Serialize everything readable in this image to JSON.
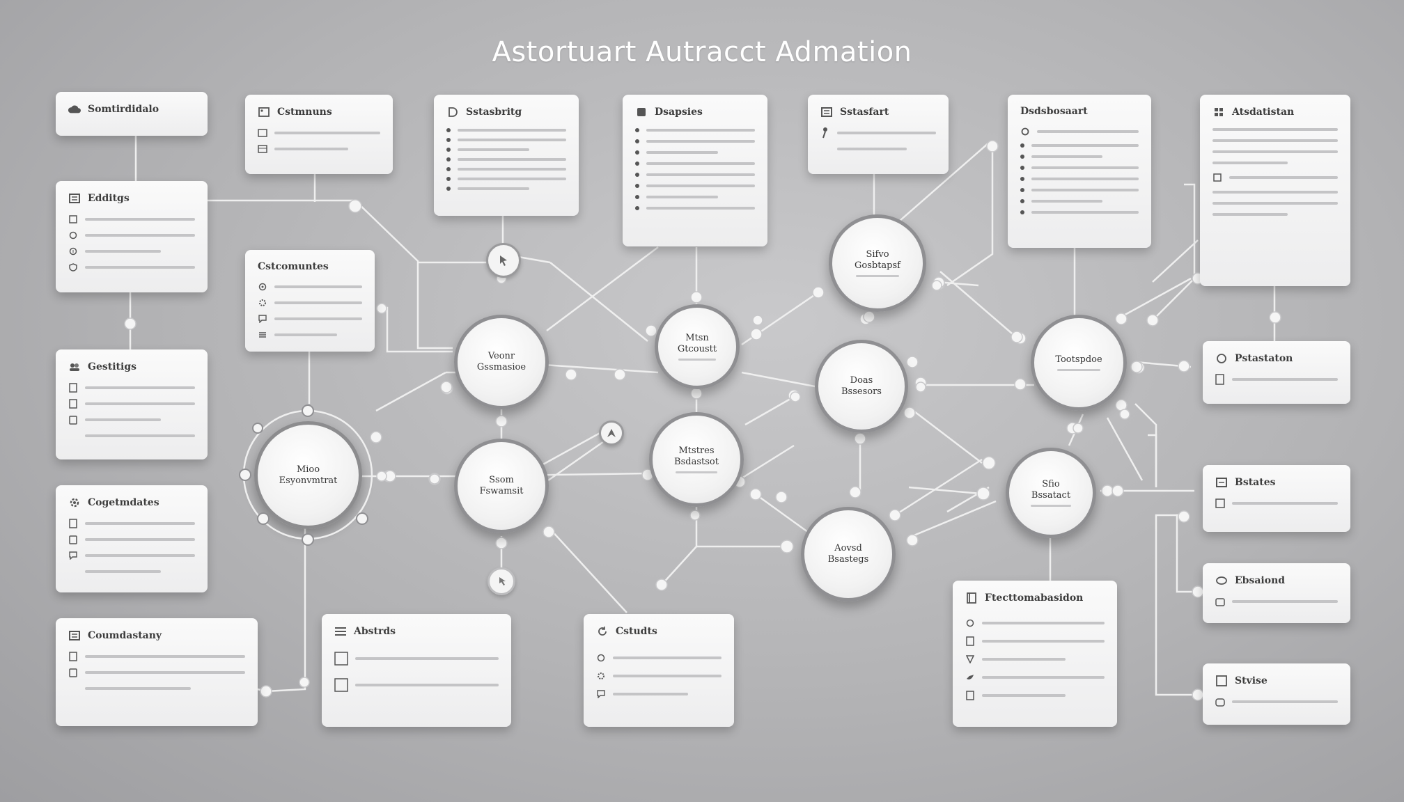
{
  "title": "Astortuart Autracct Admation",
  "colors": {
    "background": "#b3b3b5",
    "card": "#f4f4f4",
    "wire": "#f0f0f0",
    "ring": "#8f8f92"
  },
  "cards": [
    {
      "id": "c1",
      "label": "Somtirdidalo",
      "icon": "cloud-icon",
      "rows": []
    },
    {
      "id": "c2",
      "label": "Edditgs",
      "icon": "list-icon",
      "rows": [
        "square-icon",
        "sync-icon",
        "info-icon",
        "shield-icon"
      ]
    },
    {
      "id": "c3",
      "label": "Gestitigs",
      "icon": "users-icon",
      "rows": [
        "doc-icon",
        "doc-icon",
        "clipboard-icon",
        "line"
      ]
    },
    {
      "id": "c4",
      "label": "Cogetmdates",
      "icon": "gear-icon",
      "rows": [
        "doc-icon",
        "clipboard-icon",
        "chat-icon",
        "line"
      ]
    },
    {
      "id": "c5",
      "label": "Coumdastany",
      "icon": "list-icon",
      "rows": [
        "doc-icon",
        "clipboard-icon",
        "line"
      ]
    },
    {
      "id": "c6",
      "label": "Cstmnuns",
      "icon": "image-icon",
      "rows": [
        "image-icon",
        "box-icon"
      ]
    },
    {
      "id": "c7",
      "label": "Cstcomuntes",
      "icon": "",
      "rows": [
        "target-icon",
        "settings-icon",
        "chat-icon",
        "list-icon"
      ]
    },
    {
      "id": "c8",
      "label": "Sstasbritg",
      "icon": "d-icon",
      "rows": [
        "bullet",
        "bullet",
        "bullet",
        "bullet",
        "bullet",
        "bullet",
        "bullet"
      ]
    },
    {
      "id": "c9",
      "label": "Dsapsies",
      "icon": "square-icon",
      "rows": [
        "bullet",
        "bullet",
        "bullet",
        "bullet",
        "bullet",
        "bullet",
        "bullet",
        "bullet"
      ]
    },
    {
      "id": "c10",
      "label": "Sstasfart",
      "icon": "list-icon",
      "rows": [
        "person-icon",
        "line"
      ]
    },
    {
      "id": "c11",
      "label": "Dsdsbosaart",
      "icon": "",
      "rows": [
        "target-icon",
        "bullet",
        "bullet",
        "bullet",
        "bullet",
        "bullet",
        "bullet",
        "bullet"
      ]
    },
    {
      "id": "c12",
      "label": "Atsdatistan",
      "icon": "grid-icon",
      "rows": [
        "line",
        "line",
        "line",
        "line",
        "grid-icon",
        "line",
        "line",
        "line"
      ]
    },
    {
      "id": "c13",
      "label": "Pstastaton",
      "icon": "circle-icon",
      "rows": [
        "doc-icon"
      ]
    },
    {
      "id": "c14",
      "label": "Bstates",
      "icon": "list-icon",
      "rows": [
        "square-icon"
      ]
    },
    {
      "id": "c15",
      "label": "Ebsaiond",
      "icon": "circle-icon",
      "rows": [
        "box-icon"
      ]
    },
    {
      "id": "c16",
      "label": "Stvise",
      "icon": "square-icon",
      "rows": [
        "box-icon"
      ]
    },
    {
      "id": "c17",
      "label": "Abstrds",
      "icon": "list-icon",
      "rows": [
        "square-icon",
        "square-icon"
      ]
    },
    {
      "id": "c18",
      "label": "Cstudts",
      "icon": "refresh-icon",
      "rows": [
        "target-icon",
        "settings-icon",
        "chat-icon"
      ]
    },
    {
      "id": "c19",
      "label": "Ftecttomabasidon",
      "icon": "square-icon",
      "rows": [
        "sync-icon",
        "doc-icon",
        "filter-icon",
        "bird-icon",
        "doc-icon"
      ]
    }
  ],
  "hubs": [
    {
      "id": "h1",
      "l1": "Mioo",
      "l2": "Esyonvmtrat"
    },
    {
      "id": "h2",
      "l1": "Veonr",
      "l2": "Gssmasioe"
    },
    {
      "id": "h3",
      "l1": "Ssom",
      "l2": "Fswamsit"
    },
    {
      "id": "h4",
      "l1": "Mtsn",
      "l2": "Gtcoustt"
    },
    {
      "id": "h5",
      "l1": "Mtstres",
      "l2": "Bsdastsot"
    },
    {
      "id": "h6",
      "l1": "Sifvo",
      "l2": "Gosbtapsf"
    },
    {
      "id": "h7",
      "l1": "Doas",
      "l2": "Bssesors"
    },
    {
      "id": "h8",
      "l1": "Aovsd",
      "l2": "Bsastegs"
    },
    {
      "id": "h9",
      "l1": "",
      "l2": "Tootspdoe"
    },
    {
      "id": "h10",
      "l1": "Sfio",
      "l2": "Bssatact"
    }
  ]
}
